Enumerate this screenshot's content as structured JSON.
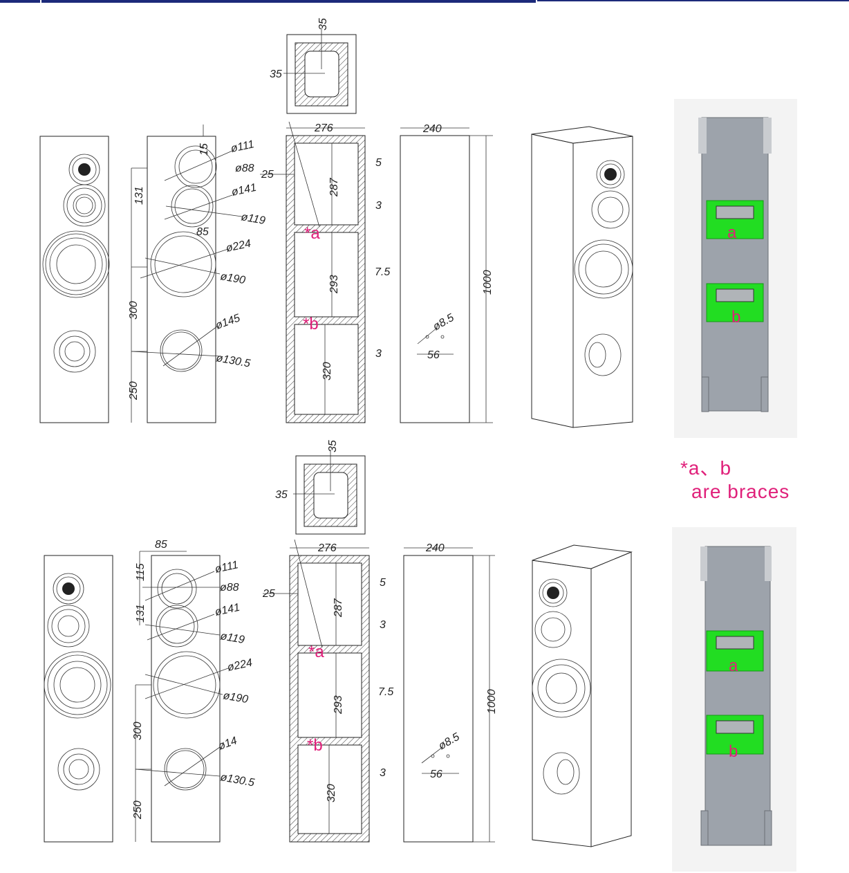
{
  "page": {
    "title": ""
  },
  "dimensions": {
    "top": {
      "section_top": "35",
      "section_side": "35",
      "phi111": "ø111",
      "phi88": "ø88",
      "phi141": "ø141",
      "phi119": "ø119",
      "phi224": "ø224",
      "phi190": "ø190",
      "phi145": "ø145",
      "phi130": "ø130.5",
      "d15": "15",
      "d131": "131",
      "d85": "85",
      "d300": "300",
      "d250": "250",
      "w276": "276",
      "d25": "25",
      "d287": "287",
      "d5": "5",
      "d3a": "3",
      "d293": "293",
      "d75": "7.5",
      "d320": "320",
      "d3b": "3",
      "w240": "240",
      "h1000": "1000",
      "phi85": "ø8.5",
      "d56": "56"
    },
    "bottom": {
      "section_top": "35",
      "section_side": "35",
      "phi111": "ø111",
      "phi88": "ø88",
      "phi141": "ø141",
      "phi119": "ø119",
      "phi224": "ø224",
      "phi190": "ø190",
      "phi14": "ø14",
      "phi130": "ø130.5",
      "d85": "85",
      "d115": "115",
      "d131": "131",
      "d300": "300",
      "d250": "250",
      "w276": "276",
      "d25": "25",
      "d287": "287",
      "d5": "5",
      "d3a": "3",
      "d293": "293",
      "d75": "7.5",
      "d320": "320",
      "d3b": "3",
      "w240": "240",
      "h1000": "1000",
      "phi85": "ø8.5",
      "d56": "56"
    }
  },
  "braces": {
    "top_a": "*a",
    "top_b": "*b",
    "bot_a": "*a",
    "bot_b": "*b",
    "render_top_a": "a",
    "render_top_b": "b",
    "render_bot_a": "a",
    "render_bot_b": "b"
  },
  "note": {
    "line1": "*a、b",
    "line2": "are braces"
  },
  "colors": {
    "accent": "#e0207a",
    "brace_green": "#22dd22",
    "frame_blue": "#1c2a7a",
    "panel_grey": "#9da3ab"
  }
}
